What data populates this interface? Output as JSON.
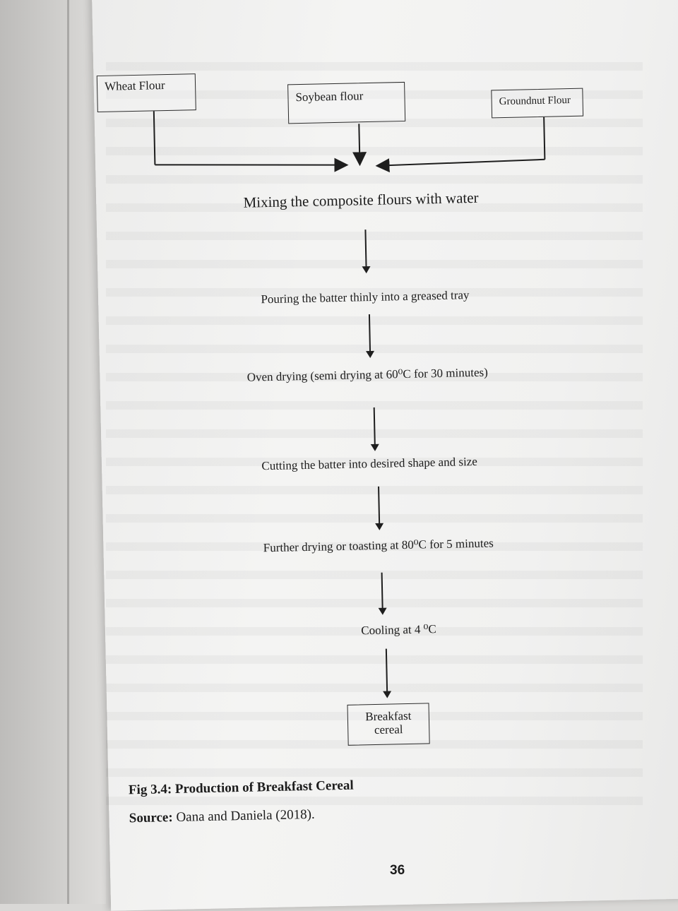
{
  "flowchart": {
    "inputs": [
      {
        "label": "Wheat Flour"
      },
      {
        "label": "Soybean flour"
      },
      {
        "label": "Groundnut Flour"
      }
    ],
    "steps": [
      "Mixing the composite flours with water",
      "Pouring the batter thinly into a greased tray",
      "Oven drying (semi drying at 60⁰C for 30 minutes)",
      "Cutting the batter into desired shape and size",
      "Further drying or toasting at 80⁰C for 5 minutes",
      "Cooling at 4 ⁰C"
    ],
    "output": "Breakfast cereal"
  },
  "caption": {
    "figure": "Fig 3.4: Production of Breakfast Cereal",
    "source_label": "Source:",
    "source_text": "Oana and Daniela (2018)."
  },
  "page_number": "36"
}
